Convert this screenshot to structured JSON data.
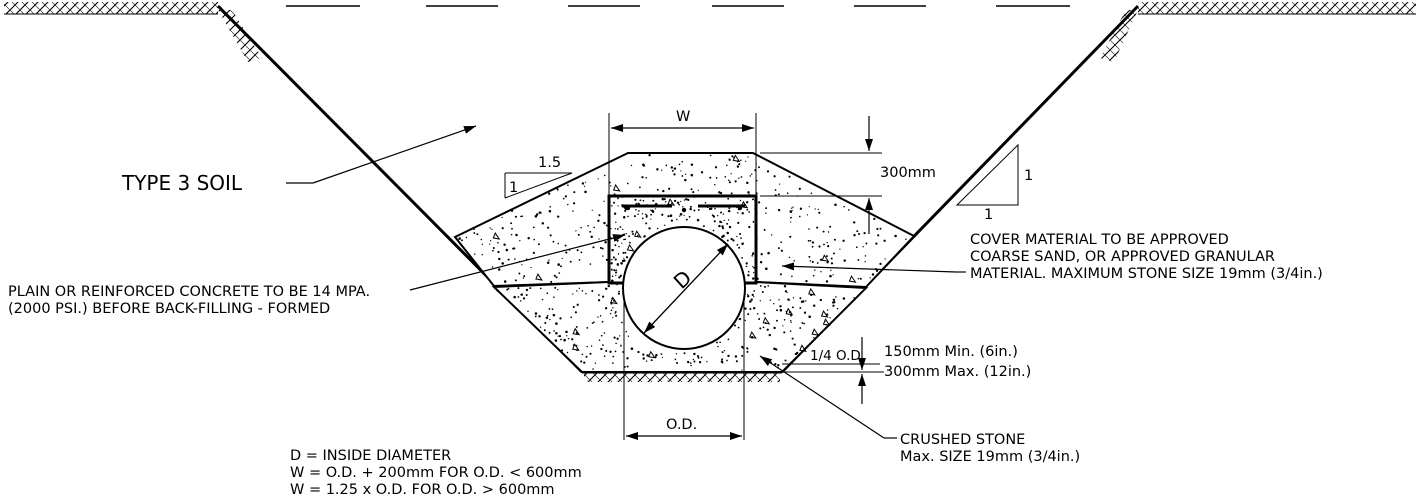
{
  "labels": {
    "soil_type": "TYPE 3 SOIL",
    "width_dim": "W",
    "slope_run": "1.5",
    "slope_rise": "1",
    "cover_depth": "300mm",
    "ratio_vertical": "1",
    "ratio_horizontal": "1",
    "inside_diameter": "D",
    "bedding_fraction": "1/4 O.D.",
    "outside_diameter": "O.D.",
    "bedding_min": "150mm Min. (6in.)",
    "bedding_max": "300mm Max. (12in.)"
  },
  "notes": {
    "concrete_line1": "PLAIN OR REINFORCED CONCRETE TO BE 14 MPA.",
    "concrete_line2": "(2000 PSI.) BEFORE BACK-FILLING - FORMED",
    "cover_line1": "COVER MATERIAL TO BE APPROVED",
    "cover_line2": "COARSE SAND, OR APPROVED GRANULAR",
    "cover_line3": "MATERIAL. MAXIMUM STONE SIZE 19mm (3/4in.)",
    "stone_line1": "CRUSHED STONE",
    "stone_line2": "Max. SIZE 19mm (3/4in.)"
  },
  "legend": {
    "line1": "D = INSIDE DIAMETER",
    "line2": "W = O.D. + 200mm FOR O.D. < 600mm",
    "line3": "W = 1.25 x O.D. FOR O.D. > 600mm"
  },
  "colors": {
    "line": "#000000",
    "background": "#ffffff"
  }
}
